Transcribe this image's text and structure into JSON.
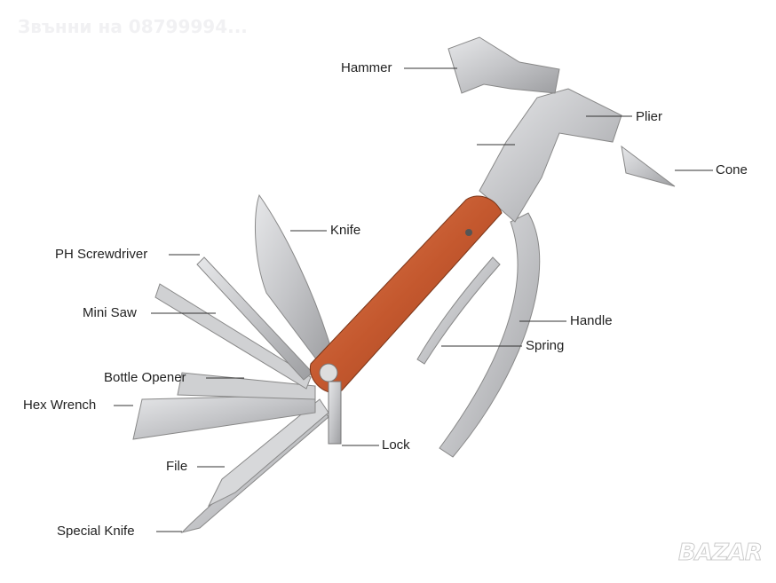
{
  "watermark": "Звънни на 08799994...",
  "logo": "BAZAR",
  "labels": {
    "hammer": "Hammer",
    "plier": "Plier",
    "cone": "Cone",
    "knife": "Knife",
    "ph_screwdriver": "PH Screwdriver",
    "mini_saw": "Mini Saw",
    "handle": "Handle",
    "spring": "Spring",
    "bottle_opener": "Bottle Opener",
    "hex_wrench": "Hex Wrench",
    "lock": "Lock",
    "file": "File",
    "special_knife": "Special Knife"
  },
  "colors": {
    "steel": "#c9cacc",
    "steel_dark": "#9a9b9e",
    "wood": "#c8623a",
    "text": "#222222"
  }
}
